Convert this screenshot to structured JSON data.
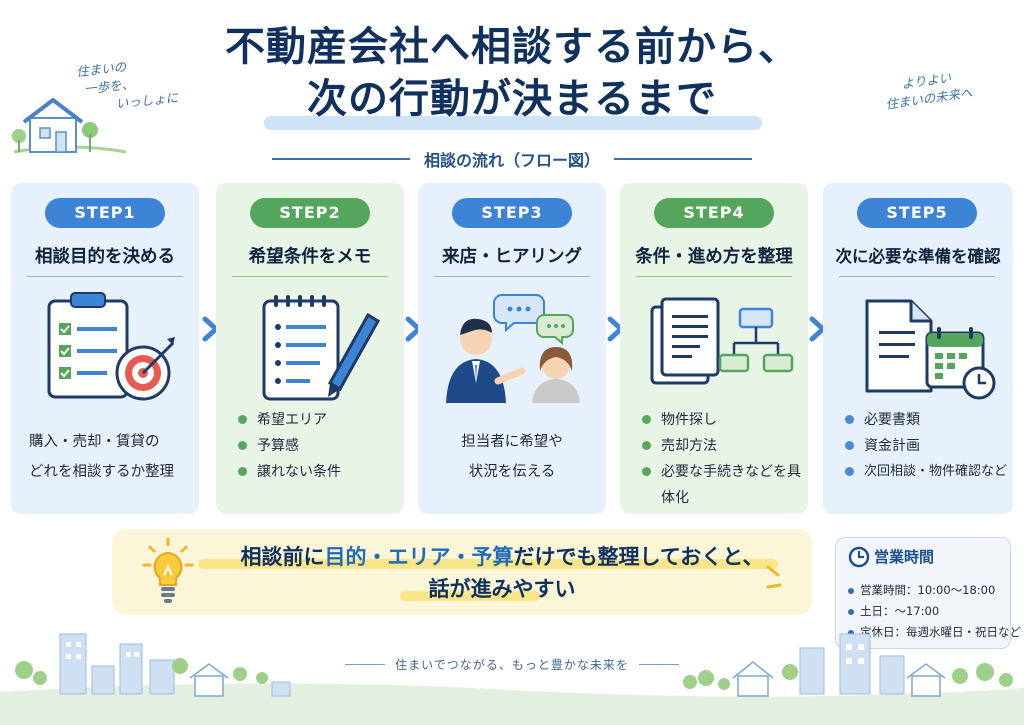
{
  "header": {
    "title_line1": "不動産会社へ相談する前から、",
    "title_line2": "次の行動が決まるまで",
    "subtitle": "相談の流れ（フロー図）"
  },
  "handwriting": {
    "left": [
      "住まいの",
      "一歩を、",
      "いっしょに"
    ],
    "right": [
      "よりよい",
      "住まいの未来へ"
    ]
  },
  "steps": [
    {
      "label": "STEP1",
      "title": "相談目的を決める",
      "description": [
        "購入・売却・賃貸の",
        "どれを相談するか整理"
      ]
    },
    {
      "label": "STEP2",
      "title": "希望条件をメモ",
      "bullets": [
        "希望エリア",
        "予算感",
        "譲れない条件"
      ]
    },
    {
      "label": "STEP3",
      "title": "来店・ヒアリング",
      "description": [
        "担当者に希望や",
        "状況を伝える"
      ]
    },
    {
      "label": "STEP4",
      "title": "条件・進め方を整理",
      "bullets": [
        "物件探し",
        "売却方法",
        "必要な手続きなどを具体化"
      ]
    },
    {
      "label": "STEP5",
      "title": "次に必要な準備を確認",
      "bullets": [
        "必要書類",
        "資金計画",
        "次回相談・物件確認など"
      ]
    }
  ],
  "tip": {
    "part1": "相談前に",
    "highlight1": "目的・エリア・予算",
    "part2": "だけでも整理しておくと、",
    "line2": "話が進みやすい"
  },
  "hours": {
    "title": "営業時間",
    "items": [
      "営業時間：10:00〜18:00",
      "土日：〜17:00",
      "定休日：毎週水曜日・祝日など"
    ]
  },
  "footer": {
    "text": "住まいでつながる、もっと豊かな未来を"
  },
  "colors": {
    "navy": "#10305e",
    "blue": "#3d84d6",
    "green": "#53a65b",
    "card_blue": "#e7f1fb",
    "card_green": "#e8f4e6",
    "tip_bg": "#fcf6d9"
  },
  "icons": [
    "house-icon",
    "checklist-target-icon",
    "notepad-pencil-icon",
    "consultation-people-icon",
    "documents-flowchart-icon",
    "document-calendar-icon",
    "lightbulb-icon",
    "clock-icon",
    "city-skyline"
  ]
}
